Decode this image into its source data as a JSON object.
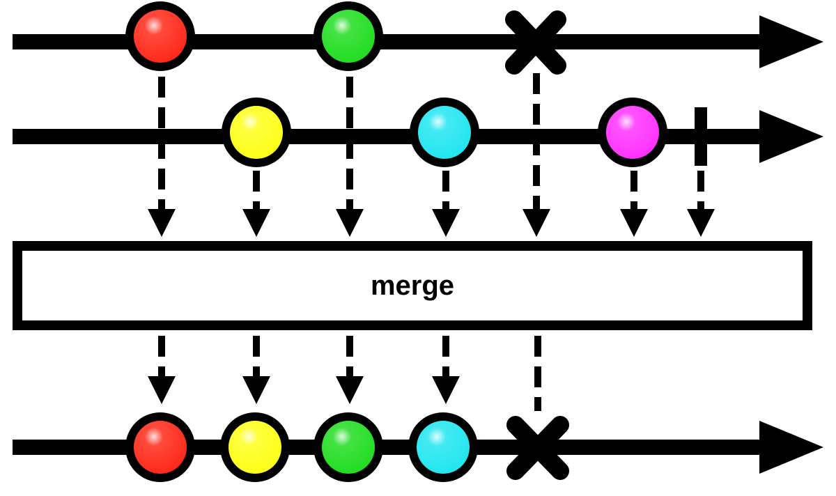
{
  "operator": {
    "label": "merge"
  },
  "marble_colors": {
    "red": "#ff2a1a",
    "green": "#22dd22",
    "yellow": "#ffff1a",
    "cyan": "#22e6f0",
    "magenta": "#ff33ff"
  },
  "input_stream_1": {
    "marbles": [
      "red",
      "green"
    ],
    "terminated_by": "error"
  },
  "input_stream_2": {
    "marbles": [
      "yellow",
      "cyan",
      "magenta"
    ],
    "terminated_by": "completion"
  },
  "output_stream": {
    "marbles": [
      "red",
      "yellow",
      "green",
      "cyan"
    ],
    "terminated_by": "error"
  }
}
